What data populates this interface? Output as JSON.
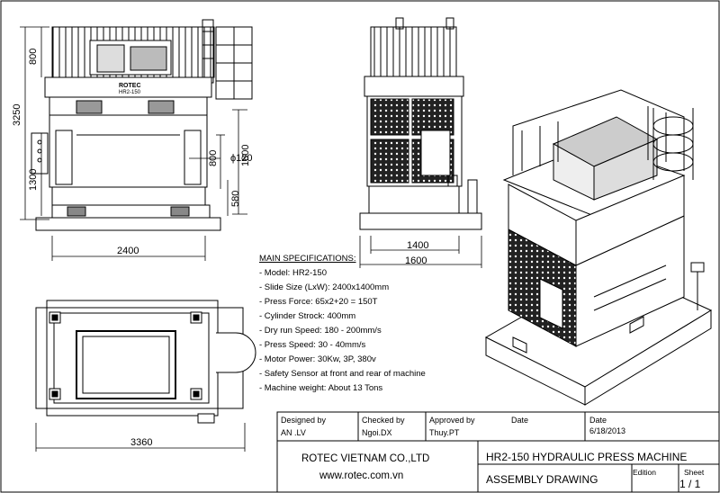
{
  "dimensions": {
    "top_height": "800",
    "total_height": "3250",
    "cylinder_dia": "ϕ120",
    "stroke": "800",
    "frame_height": "1800",
    "base_height": "1300",
    "floor_height": "580",
    "front_width": "2400",
    "side_inner": "1400",
    "side_outer": "1600",
    "plan_length": "3360"
  },
  "brand_label": "ROTEC",
  "model_label": "HR2-150",
  "specifications": {
    "heading": "MAIN SPECIFICATIONS:",
    "items": [
      "- Model: HR2-150",
      "- Slide Size (LxW): 2400x1400mm",
      "- Press Force: 65x2+20 = 150T",
      "- Cylinder Strock: 400mm",
      "- Dry run Speed: 180 - 200mm/s",
      "- Press Speed: 30 - 40mm/s",
      "- Motor Power: 30Kw, 3P, 380v",
      "- Safety Sensor at front and rear of machine",
      "- Machine weight: About 13 Tons"
    ]
  },
  "title_block": {
    "designed_by_label": "Designed by",
    "designed_by": "AN .LV",
    "checked_by_label": "Checked by",
    "checked_by": "Ngoi.DX",
    "approved_by_label": "Approved by",
    "approved_by": "Thuy.PT",
    "date_label": "Date",
    "date_label_2": "Date",
    "date": "6/18/2013",
    "company": "ROTEC VIETNAM CO.,LTD",
    "website": "www.rotec.com.vn",
    "drawing_title": "HR2-150 HYDRAULIC PRESS MACHINE",
    "drawing_type": "ASSEMBLY DRAWING",
    "edition_label": "Edition",
    "sheet_label": "Sheet",
    "sheet_value": "1 / 1"
  }
}
